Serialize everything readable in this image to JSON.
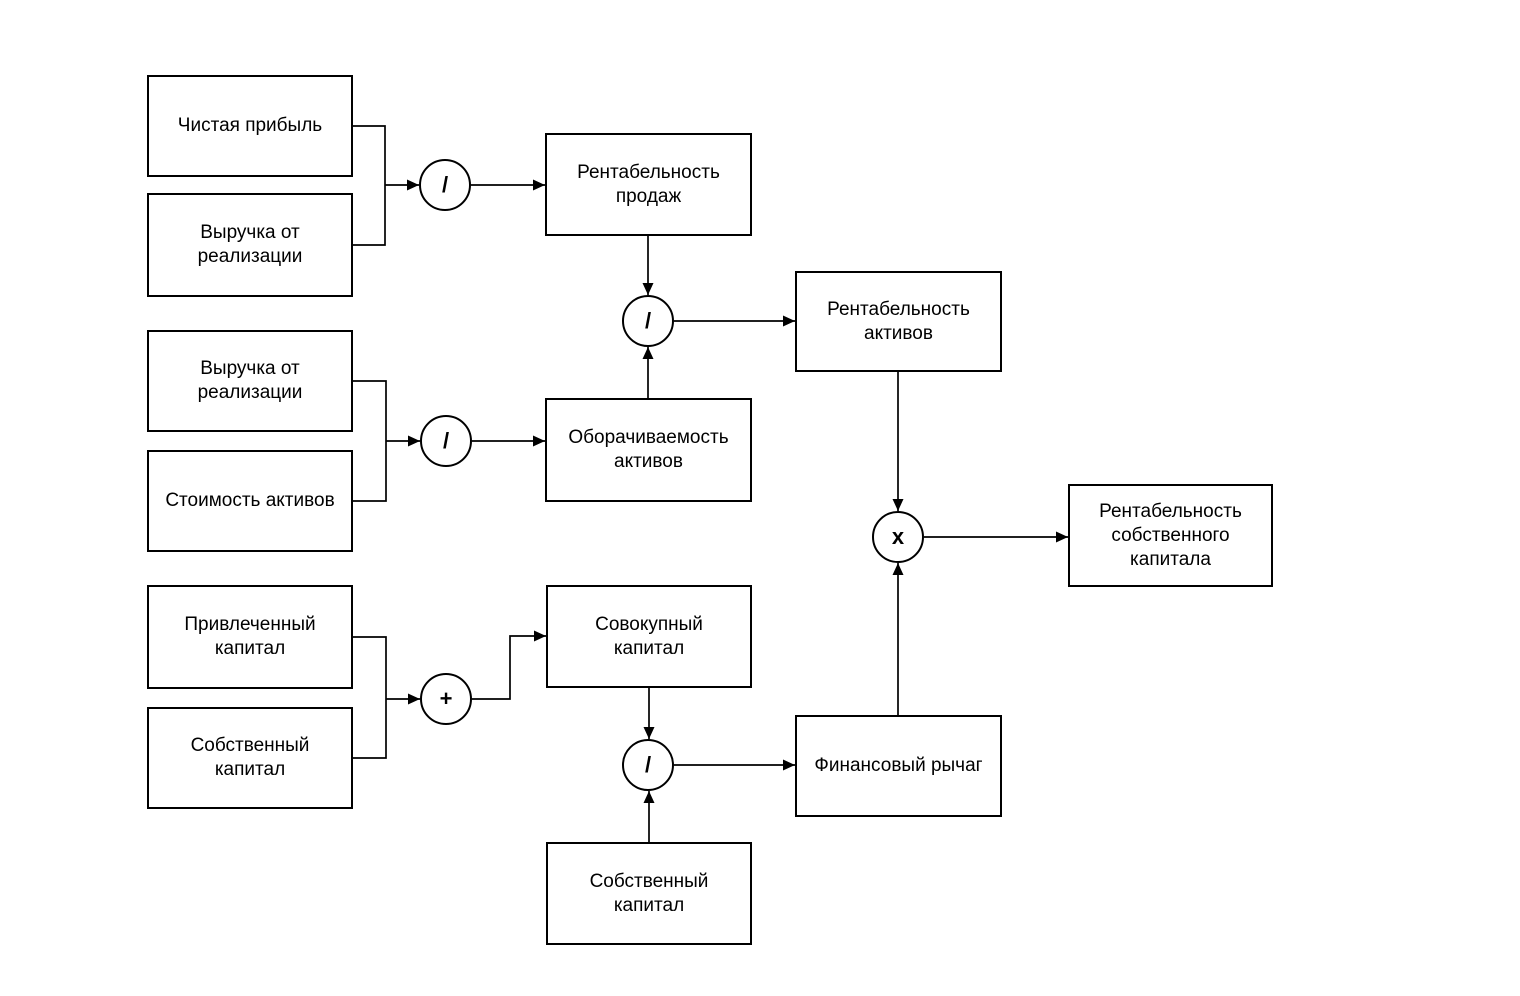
{
  "palette": {
    "stroke": "#000000",
    "shape_fill": "#ffffff",
    "text": "#000000",
    "background": "#ffffff"
  },
  "nodes": {
    "net_profit": "Чистая прибыль",
    "sales_revenue_top": "Выручка от\nреализации",
    "return_on_sales": "Рентабельность\nпродаж",
    "sales_revenue_mid": "Выручка от\nреализации",
    "asset_value": "Стоимость активов",
    "asset_turnover": "Оборачиваемость\nактивов",
    "return_on_assets": "Рентабельность\nактивов",
    "borrowed_capital": "Привлеченный\nкапитал",
    "equity_capital": "Собственный\nкапитал",
    "total_capital": "Совокупный\nкапитал",
    "financial_leverage": "Финансовый рычаг",
    "equity_capital_bottom": "Собственный\nкапитал",
    "return_on_equity": "Рентабельность\nсобственного\nкапитала"
  },
  "operators": {
    "divide_sales": "/",
    "divide_turnover": "/",
    "plus_capital": "+",
    "divide_assets": "/",
    "divide_leverage": "/",
    "multiply_equity": "x"
  }
}
